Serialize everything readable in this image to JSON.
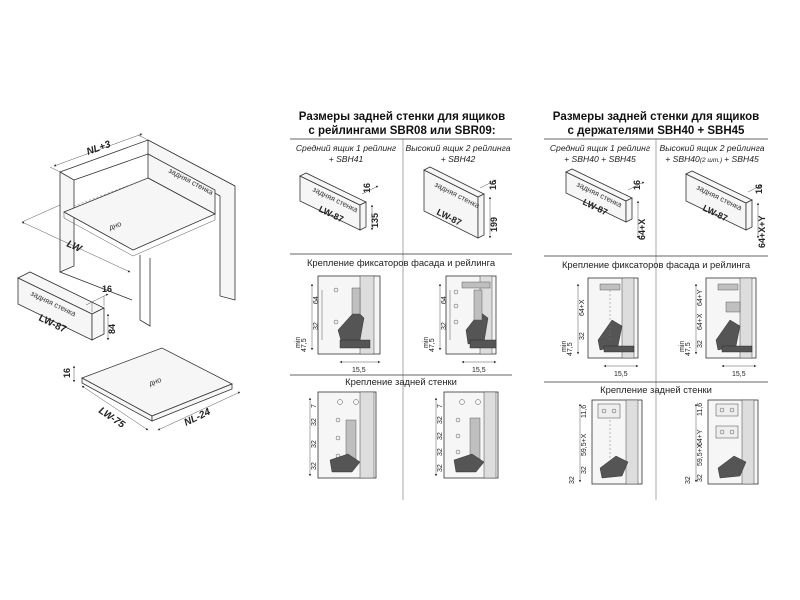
{
  "iso": {
    "nl3": "NL+3",
    "lw": "LW",
    "back_wall": "задняя стенка",
    "bottom": "дно",
    "panel_back_wall": "задняя стенка",
    "lw87": "LW-87",
    "d16": "16",
    "d84": "84",
    "d16b": "16",
    "floor_bottom": "дно",
    "lw75": "LW-75",
    "nl24": "NL-24"
  },
  "left_block": {
    "title_line1": "Размеры задней стенки для ящиков",
    "title_line2": "с рейлингами SBR08 или SBR09:",
    "col1_line1": "Средний ящик 1 рейлинг",
    "col1_line2": "+ SBH41",
    "col2_line1": "Высокий ящик 2 рейлинга",
    "col2_line2": "+ SBH42",
    "panel1_label": "задняя стенка",
    "panel1_lw": "LW-87",
    "panel1_t": "16",
    "panel1_h": "135",
    "panel2_label": "задняя стенка",
    "panel2_lw": "LW-87",
    "panel2_t": "16",
    "panel2_h": "199",
    "section1": "Крепление фиксаторов фасада и рейлинга",
    "section2": "Крепление задней стенки",
    "d64": "64",
    "d32": "32",
    "d47": "47,5",
    "dmin": "min",
    "d155": "15,5",
    "d7": "7"
  },
  "right_block": {
    "title_line1": "Размеры задней стенки для ящиков",
    "title_line2": "с держателями SBH40 + SBH45",
    "col1_line1": "Средний ящик 1 рейлинг",
    "col1_line2": "+ SBH40 + SBH45",
    "col2_line1": "Высокий ящик 2 рейлинга",
    "col2_line2_a": "+ SBH40",
    "col2_line2_b": "(2 шт.)",
    "col2_line2_c": "+ SBH45",
    "panel1_label": "задняя стенка",
    "panel1_lw": "LW-87",
    "panel1_t": "16",
    "panel1_h": "64+X",
    "panel2_label": "задняя стенка",
    "panel2_lw": "LW-87",
    "panel2_t": "16",
    "panel2_h": "64+X+Y",
    "section1": "Крепление фиксаторов фасада и рейлинга",
    "section2": "Крепление задней стенки",
    "d64x": "64+X",
    "d64y": "64+Y",
    "d64": "64",
    "d32": "32",
    "d47": "47,5",
    "dmin": "min",
    "d155": "15,5",
    "d116": "11,6",
    "d595x": "59,5+X",
    "d64y2": "64+Y"
  }
}
